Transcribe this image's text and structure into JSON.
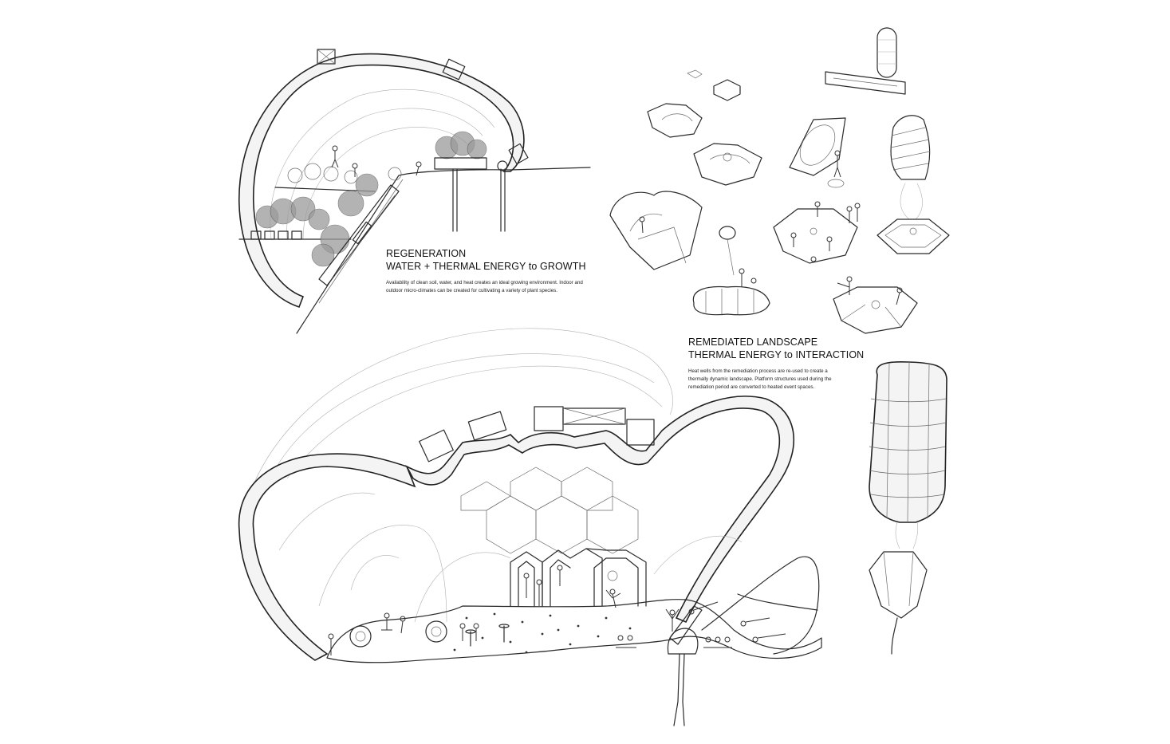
{
  "captions": {
    "regeneration": {
      "title_line1": "REGENERATION",
      "title_line2": "WATER + THERMAL ENERGY to GROWTH",
      "body": "Availability of clean soil, water, and heat creates an ideal growing environment. Indoor and outdoor micro-climates can be created for cultivating a variety of plant species."
    },
    "remediated": {
      "title_line1": "REMEDIATED LANDSCAPE",
      "title_line2": "THERMAL ENERGY to INTERACTION",
      "body": "Heat wells from the remediation process are re-used to create a thermally dynamic landscape. Platform structures used during the remediation period are converted to heated event spaces."
    }
  },
  "drawings": {
    "greenhouse_section": "greenhouse-section-drawing",
    "platform_studies": "platform-module-studies",
    "event_space_section": "inflatable-event-space-section",
    "heat_well_balloon": "heat-well-balloon-drawing"
  }
}
